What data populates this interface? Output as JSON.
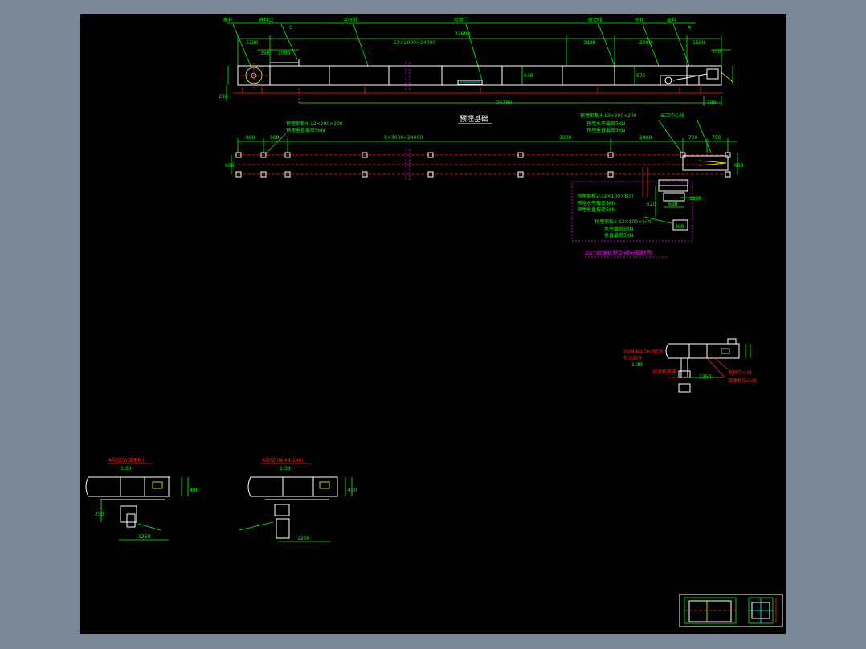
{
  "colors": {
    "background": "#7a8796",
    "sheet": "#000000",
    "line_white": "#ffffff",
    "line_green": "#00ff00",
    "line_red": "#ff2020",
    "line_magenta": "#ff00ff",
    "line_yellow": "#ffff00",
    "line_cyan": "#00ffff"
  },
  "elevation": {
    "leaders": [
      "尾轮",
      "进料口",
      "中间段",
      "检修门",
      "驱动段",
      "头轮",
      "出料"
    ],
    "dims": {
      "d1200": "1200",
      "d350": "350",
      "d1000": "1000",
      "middle": "12×2000=24000",
      "d32600": "32600",
      "d1900": "1900",
      "d2000": "2000",
      "d1600": "1600",
      "d350b": "350",
      "total": "25700",
      "d700": "700",
      "d250": "250",
      "d640": "640",
      "d675": "675"
    },
    "marks": {
      "c": "C",
      "a": "A"
    }
  },
  "foundation": {
    "title": "预埋基础",
    "note_left": [
      "预埋钢板4-12×200×200",
      "预埋垂直载荷5KN"
    ],
    "note_right": [
      "预埋钢板4-12×200×200",
      "预埋水平载荷5KN",
      "预埋垂直载荷5KN"
    ],
    "top_note": "出口中心线",
    "dims": {
      "d900a": "900",
      "d900b": "900",
      "middle": "8×3000=24000",
      "d3000": "3000",
      "d2400": "2400",
      "d700": "700",
      "d750": "750",
      "d600": "600",
      "d1250": "1250",
      "d600b": "600",
      "d520": "520",
      "d300": "300"
    },
    "drive_box": {
      "note1": [
        "预埋钢板2-12×100×800",
        "预埋水平载荷5KN",
        "预埋垂直载荷5KN"
      ],
      "note2": [
        "预埋钢板1-12×100×500",
        "水平载荷5KN",
        "垂直载荷5KN"
      ],
      "caption": "ZSY减速机驱动部分基础图"
    }
  },
  "detail_c": {
    "label": "ZJ08-K4-160驱动",
    "scale_text": "传动部件",
    "ratio": "1:30",
    "dims": {
      "d1250": "1250"
    },
    "notes": [
      "减速机底座",
      "电机中心线",
      "减速机中心线"
    ]
  },
  "view_a1": {
    "title": "A向(ZSY减速机)",
    "ratio": "1:30",
    "dims": {
      "d250": "250",
      "d480": "480",
      "d1250": "1250"
    }
  },
  "view_a2": {
    "title": "A向(ZJ08-K4-160)",
    "ratio": "1:30",
    "dims": {
      "d480": "480",
      "d1250": "1250"
    }
  }
}
